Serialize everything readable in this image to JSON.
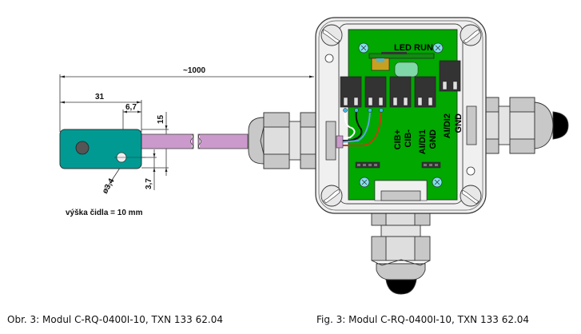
{
  "dimensions": {
    "total_length": "~1000",
    "sensor_length": "31",
    "hole_offset": "6,7",
    "sensor_width": "15",
    "hole_edge": "3,7",
    "hole_diameter": "ø3,4",
    "sensor_height_note": "výška čidla = 10 mm"
  },
  "module": {
    "led_label": "LED RUN",
    "terminals": [
      "CIB+",
      "CIB-",
      "AI/DI1",
      "GND",
      "AI/DI2",
      "GND"
    ]
  },
  "captions": {
    "left": "Obr. 3: Modul C-RQ-0400I-10, TXN 133 62.04",
    "right": "Fig. 3: Modul C-RQ-0400I-10, TXN 133 62.04"
  },
  "colors": {
    "sensor_body": "#009a93",
    "cable": "#cc99cc",
    "pcb": "#00a800",
    "enclosure": "#f0f0f0",
    "gland": "#c8c8c8",
    "terminal_block": "#333333",
    "screw": "#80e0ee",
    "wire_white": "#ffffff",
    "wire_black": "#111111",
    "wire_blue": "#5aa8e0",
    "wire_brown": "#c04010"
  }
}
